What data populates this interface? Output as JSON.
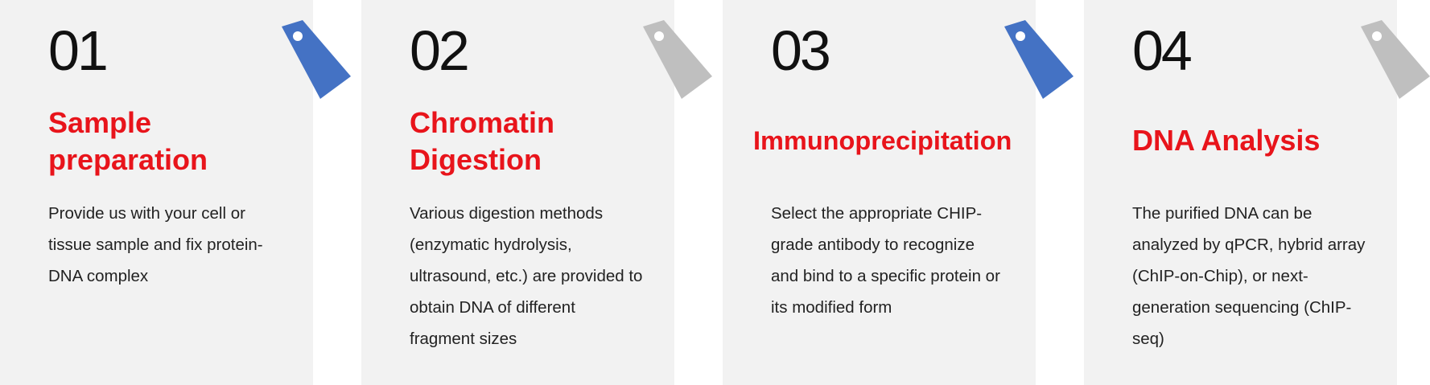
{
  "steps": [
    {
      "number": "01",
      "title": "Sample preparation",
      "description": "Provide us with your cell or tissue sample and fix protein-DNA complex",
      "tag_color": "#4472c4"
    },
    {
      "number": "02",
      "title": "Chromatin Digestion",
      "description": "Various digestion methods (enzymatic hydrolysis, ultrasound, etc.) are provided to obtain DNA of different fragment sizes",
      "tag_color": "#bfbfbf"
    },
    {
      "number": "03",
      "title": "Immunoprecipitation",
      "description": "Select the appropriate CHIP-grade antibody to recognize and bind to a specific protein or its modified form",
      "tag_color": "#4472c4"
    },
    {
      "number": "04",
      "title": "DNA Analysis",
      "description": "The purified DNA can be analyzed by qPCR, hybrid array (ChIP-on-Chip), or next-generation sequencing (ChIP-seq)",
      "tag_color": "#bfbfbf"
    }
  ],
  "colors": {
    "card_background": "#f2f2f2",
    "title_red": "#e8141b",
    "tag_blue": "#4472c4",
    "tag_gray": "#bfbfbf"
  }
}
